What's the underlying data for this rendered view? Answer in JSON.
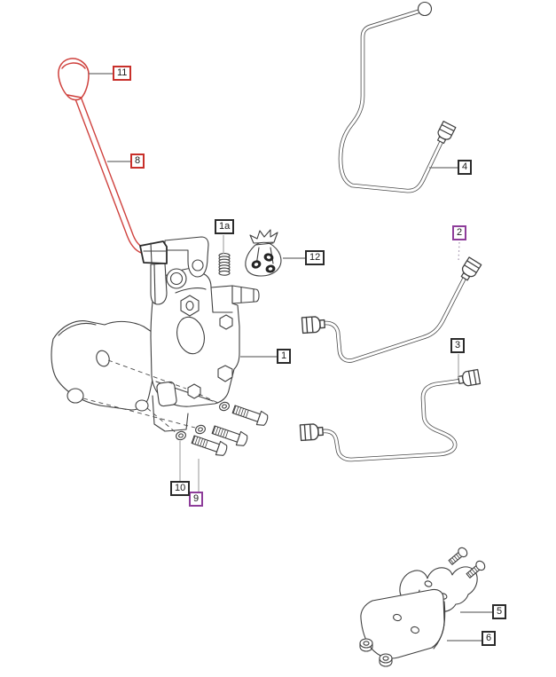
{
  "diagram": {
    "type": "exploded-parts-diagram",
    "subject": "pump assembly with control lever, fuel lines, mounting bolts and line clamps",
    "background": "#ffffff"
  },
  "colors": {
    "line_black": "#3f3f3f",
    "highlight_red": "#c8302b",
    "highlight_purple": "#8e3d9a",
    "leader_gray": "#6e6e6e",
    "background": "#ffffff"
  },
  "callouts": [
    {
      "id": "1",
      "text": "1",
      "highlight": "black",
      "part": "pump-assembly"
    },
    {
      "id": "1a",
      "text": "1a",
      "highlight": "black",
      "part": "spring"
    },
    {
      "id": "2",
      "text": "2",
      "highlight": "purple",
      "part": "fuel-line-upper"
    },
    {
      "id": "3",
      "text": "3",
      "highlight": "black",
      "part": "fuel-line-lower"
    },
    {
      "id": "4",
      "text": "4",
      "highlight": "black",
      "part": "fuel-line-top"
    },
    {
      "id": "5",
      "text": "5",
      "highlight": "black",
      "part": "line-clamp"
    },
    {
      "id": "6",
      "text": "6",
      "highlight": "black",
      "part": "clamp-plate"
    },
    {
      "id": "8",
      "text": "8",
      "highlight": "red",
      "part": "lever-shaft"
    },
    {
      "id": "9",
      "text": "9",
      "highlight": "purple",
      "part": "mounting-bolt"
    },
    {
      "id": "10",
      "text": "10",
      "highlight": "black",
      "part": "lock-washer"
    },
    {
      "id": "11",
      "text": "11",
      "highlight": "red",
      "part": "lever-knob"
    },
    {
      "id": "12",
      "text": "12",
      "highlight": "black",
      "part": "seal-kit-bag"
    }
  ]
}
